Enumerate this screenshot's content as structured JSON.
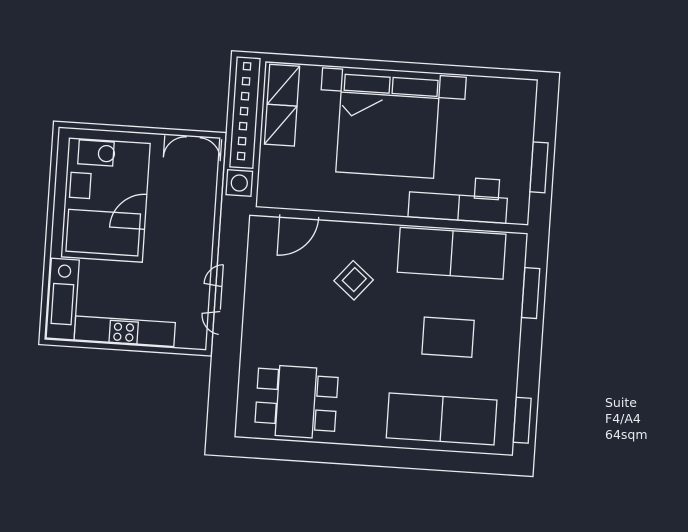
{
  "label": {
    "name": "Suite",
    "unit": "F4/A4",
    "area": "64sqm"
  },
  "colors": {
    "background": "#222733",
    "lines": "#e8eaee"
  }
}
